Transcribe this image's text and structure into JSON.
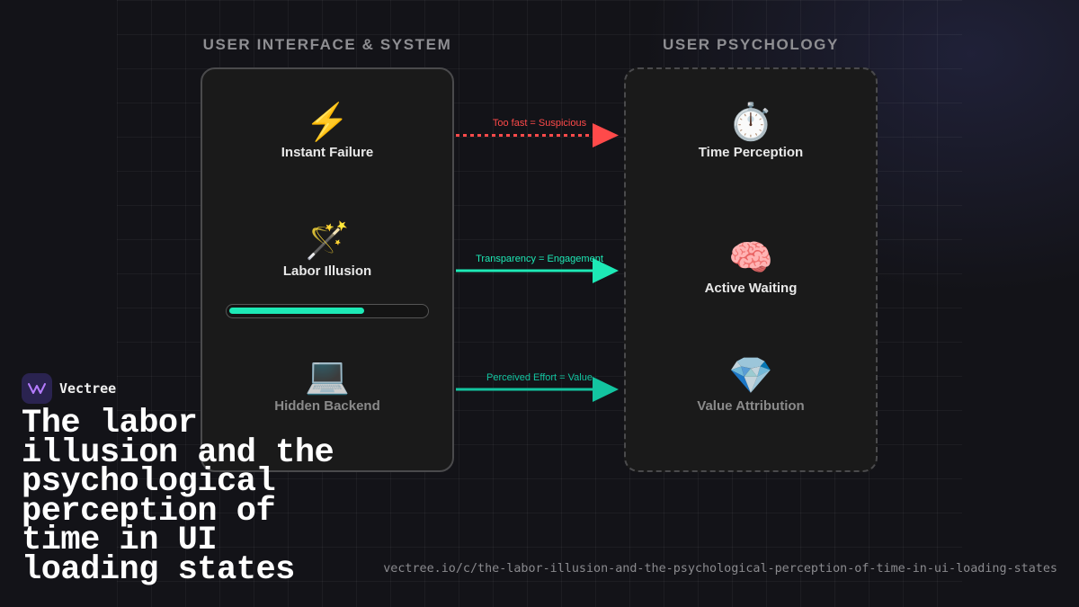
{
  "columns": {
    "left_title": "USER INTERFACE & SYSTEM",
    "right_title": "USER PSYCHOLOGY"
  },
  "left_nodes": [
    {
      "icon": "lightning-icon",
      "glyph": "⚡",
      "label": "Instant Failure"
    },
    {
      "icon": "magic-wand-icon",
      "glyph": "🪄",
      "label": "Labor Illusion"
    },
    {
      "icon": "laptop-icon",
      "glyph": "💻",
      "label": "Hidden Backend"
    }
  ],
  "right_nodes": [
    {
      "icon": "stopwatch-icon",
      "glyph": "⏱️",
      "label": "Time Perception"
    },
    {
      "icon": "brain-icon",
      "glyph": "🧠",
      "label": "Active Waiting"
    },
    {
      "icon": "gem-icon",
      "glyph": "💎",
      "label": "Value Attribution"
    }
  ],
  "progress": {
    "fraction": 0.68
  },
  "arrows": [
    {
      "label": "Too fast = Suspicious",
      "color": "#ff4a4a",
      "style": "dashed"
    },
    {
      "label": "Transparency = Engagement",
      "color": "#1de9b6",
      "style": "solid"
    },
    {
      "label": "Perceived Effort = Value",
      "color": "#13c4a0",
      "style": "solid"
    }
  ],
  "brand": {
    "name": "Vectree",
    "logo_icon": "vectree-logo-icon"
  },
  "headline": "The labor illusion and the psychological perception of time in UI loading states",
  "url": "vectree.io/c/the-labor-illusion-and-the-psychological-perception-of-time-in-ui-loading-states"
}
